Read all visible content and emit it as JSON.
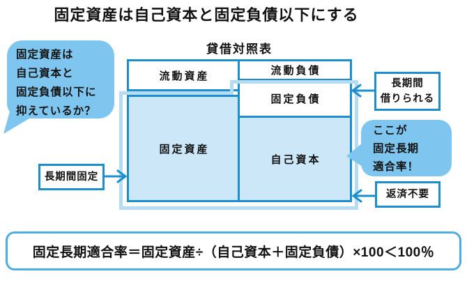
{
  "title": "固定資産は自己資本と固定負債以下にする",
  "balance_sheet": {
    "title": "貸借対照表",
    "cells": {
      "current_assets": "流動資産",
      "current_liabilities": "流動負債",
      "fixed_liabilities": "固定負債",
      "fixed_assets": "固定資産",
      "equity": "自己資本"
    }
  },
  "bubbles": {
    "question": {
      "lines": [
        "固定資産は",
        "自己資本と",
        "固定負債以下に",
        "抑えているか？"
      ]
    },
    "ratio": {
      "lines": [
        "ここが",
        "固定長期",
        "適合率！"
      ]
    }
  },
  "labels": {
    "long_term_borrow": {
      "lines": [
        "長期間",
        "借りられる"
      ]
    },
    "no_repayment": "返済不要",
    "long_term_fixed": "長期間固定"
  },
  "formula": "固定長期適合率＝固定資産÷（自己資本＋固定負債）×100＜100％",
  "colors": {
    "border_blue": "#1b8fce",
    "cell_fill": "#cbe7f8",
    "highlight_band": "#b5dcf3",
    "bubble_fill": "#7ec6ef",
    "formula_border": "#4facdf",
    "text": "#111111"
  }
}
